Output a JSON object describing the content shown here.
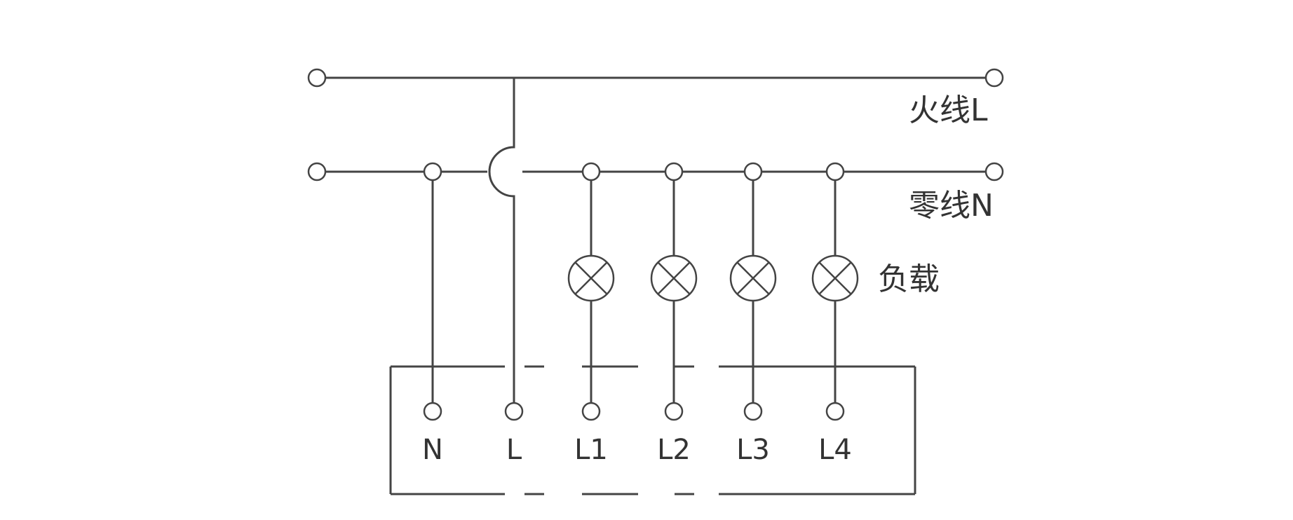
{
  "labels": {
    "live_line": "火线L",
    "neutral_line": "零线N",
    "load": "负载"
  },
  "terminals": [
    {
      "id": "n",
      "label": "N"
    },
    {
      "id": "l",
      "label": "L"
    },
    {
      "id": "l1",
      "label": "L1"
    },
    {
      "id": "l2",
      "label": "L2"
    },
    {
      "id": "l3",
      "label": "L3"
    },
    {
      "id": "l4",
      "label": "L4"
    }
  ],
  "colors": {
    "line": "#444444",
    "text": "#333333",
    "background": "#ffffff"
  }
}
